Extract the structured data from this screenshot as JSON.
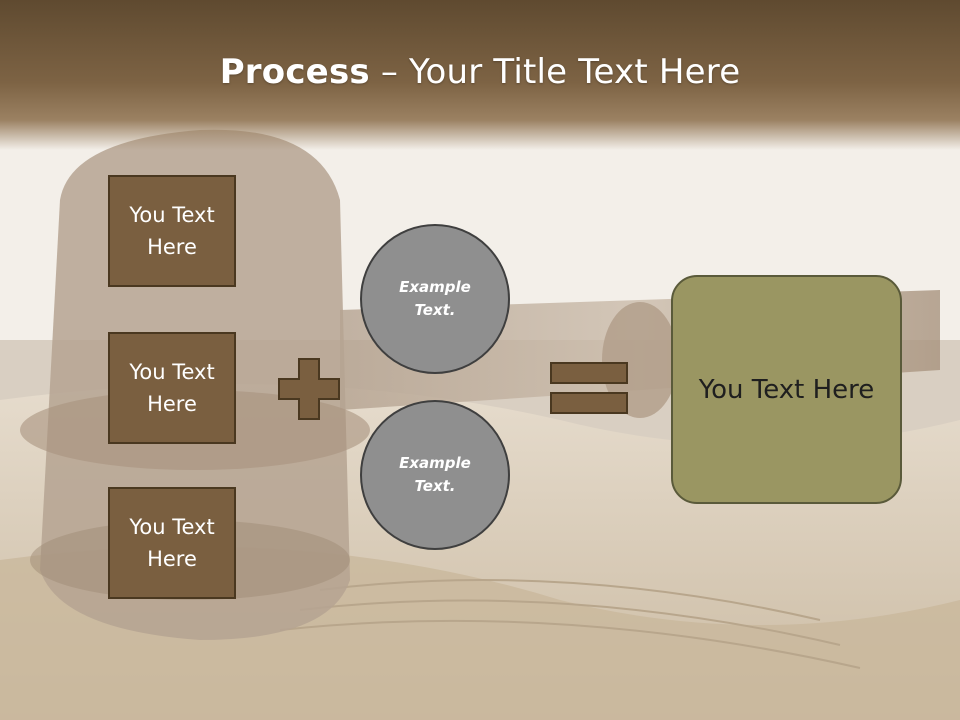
{
  "title": {
    "bold": "Process",
    "rest": " – Your Title Text Here"
  },
  "left_boxes": [
    {
      "label": "You Text Here"
    },
    {
      "label": "You Text Here"
    },
    {
      "label": "You Text Here"
    }
  ],
  "circles": [
    {
      "label": "Example Text."
    },
    {
      "label": "Example Text."
    }
  ],
  "result": {
    "label": "You Text Here"
  },
  "operators": {
    "plus": "plus-icon",
    "equals": "equals-icon"
  },
  "colors": {
    "title_band": "#7d6344",
    "box_fill": "#7a5f40",
    "circle_fill": "#8f8f8f",
    "result_fill": "#9a9662",
    "operator_fill": "#7a5f40"
  }
}
